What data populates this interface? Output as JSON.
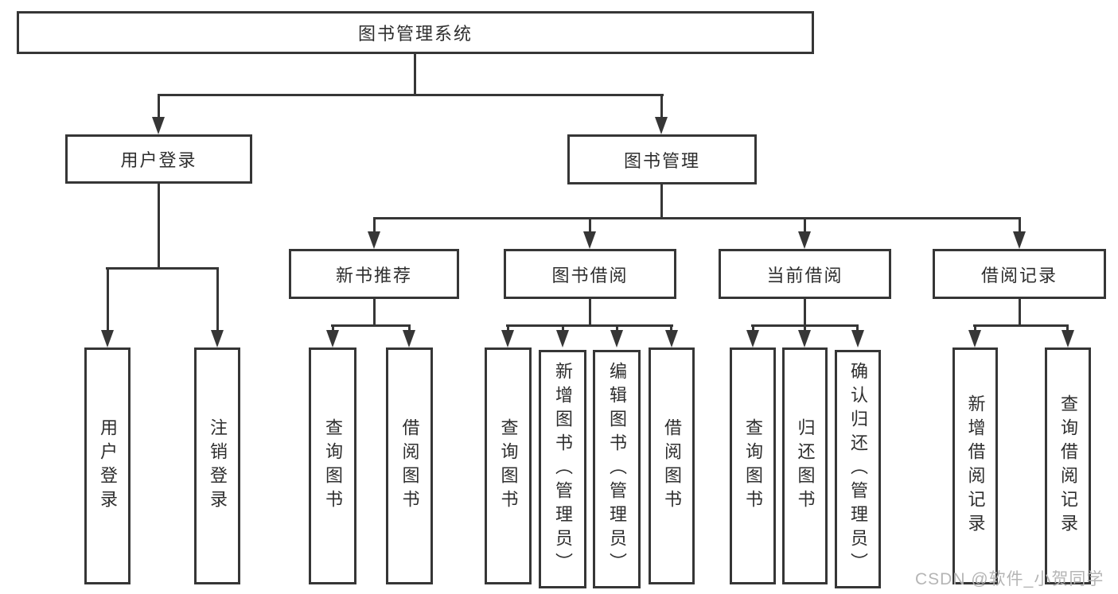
{
  "nodes": {
    "root": "图书管理系统",
    "login": "用户登录",
    "mgmt": "图书管理",
    "rec": "新书推荐",
    "borrow": "图书借阅",
    "current": "当前借阅",
    "records": "借阅记录",
    "u1": "用户登录",
    "u2": "注销登录",
    "n1": "查询图书",
    "n2": "借阅图书",
    "b1": "查询图书",
    "b2": "新增图书（管理员）",
    "b3": "编辑图书（管理员）",
    "b4": "借阅图书",
    "c1": "查询图书",
    "c2": "归还图书",
    "c3": "确认归还（管理员）",
    "r1": "新增借阅记录",
    "r2": "查询借阅记录"
  },
  "edges": [
    {
      "from": "图书管理系统",
      "to": "用户登录"
    },
    {
      "from": "图书管理系统",
      "to": "图书管理"
    },
    {
      "from": "用户登录",
      "to": "用户登录"
    },
    {
      "from": "用户登录",
      "to": "注销登录"
    },
    {
      "from": "图书管理",
      "to": "新书推荐"
    },
    {
      "from": "图书管理",
      "to": "图书借阅"
    },
    {
      "from": "图书管理",
      "to": "当前借阅"
    },
    {
      "from": "图书管理",
      "to": "借阅记录"
    },
    {
      "from": "新书推荐",
      "to": "查询图书"
    },
    {
      "from": "新书推荐",
      "to": "借阅图书"
    },
    {
      "from": "图书借阅",
      "to": "查询图书"
    },
    {
      "from": "图书借阅",
      "to": "新增图书（管理员）"
    },
    {
      "from": "图书借阅",
      "to": "编辑图书（管理员）"
    },
    {
      "from": "图书借阅",
      "to": "借阅图书"
    },
    {
      "from": "当前借阅",
      "to": "查询图书"
    },
    {
      "from": "当前借阅",
      "to": "归还图书"
    },
    {
      "from": "当前借阅",
      "to": "确认归还（管理员）"
    },
    {
      "from": "借阅记录",
      "to": "新增借阅记录"
    },
    {
      "from": "借阅记录",
      "to": "查询借阅记录"
    }
  ],
  "colors": {
    "line": "#363636",
    "text": "#2e2e2e",
    "background": "#ffffff",
    "watermark": "#b5b5b5"
  },
  "watermark": {
    "text": "CSDN @软件_小贺同学"
  }
}
